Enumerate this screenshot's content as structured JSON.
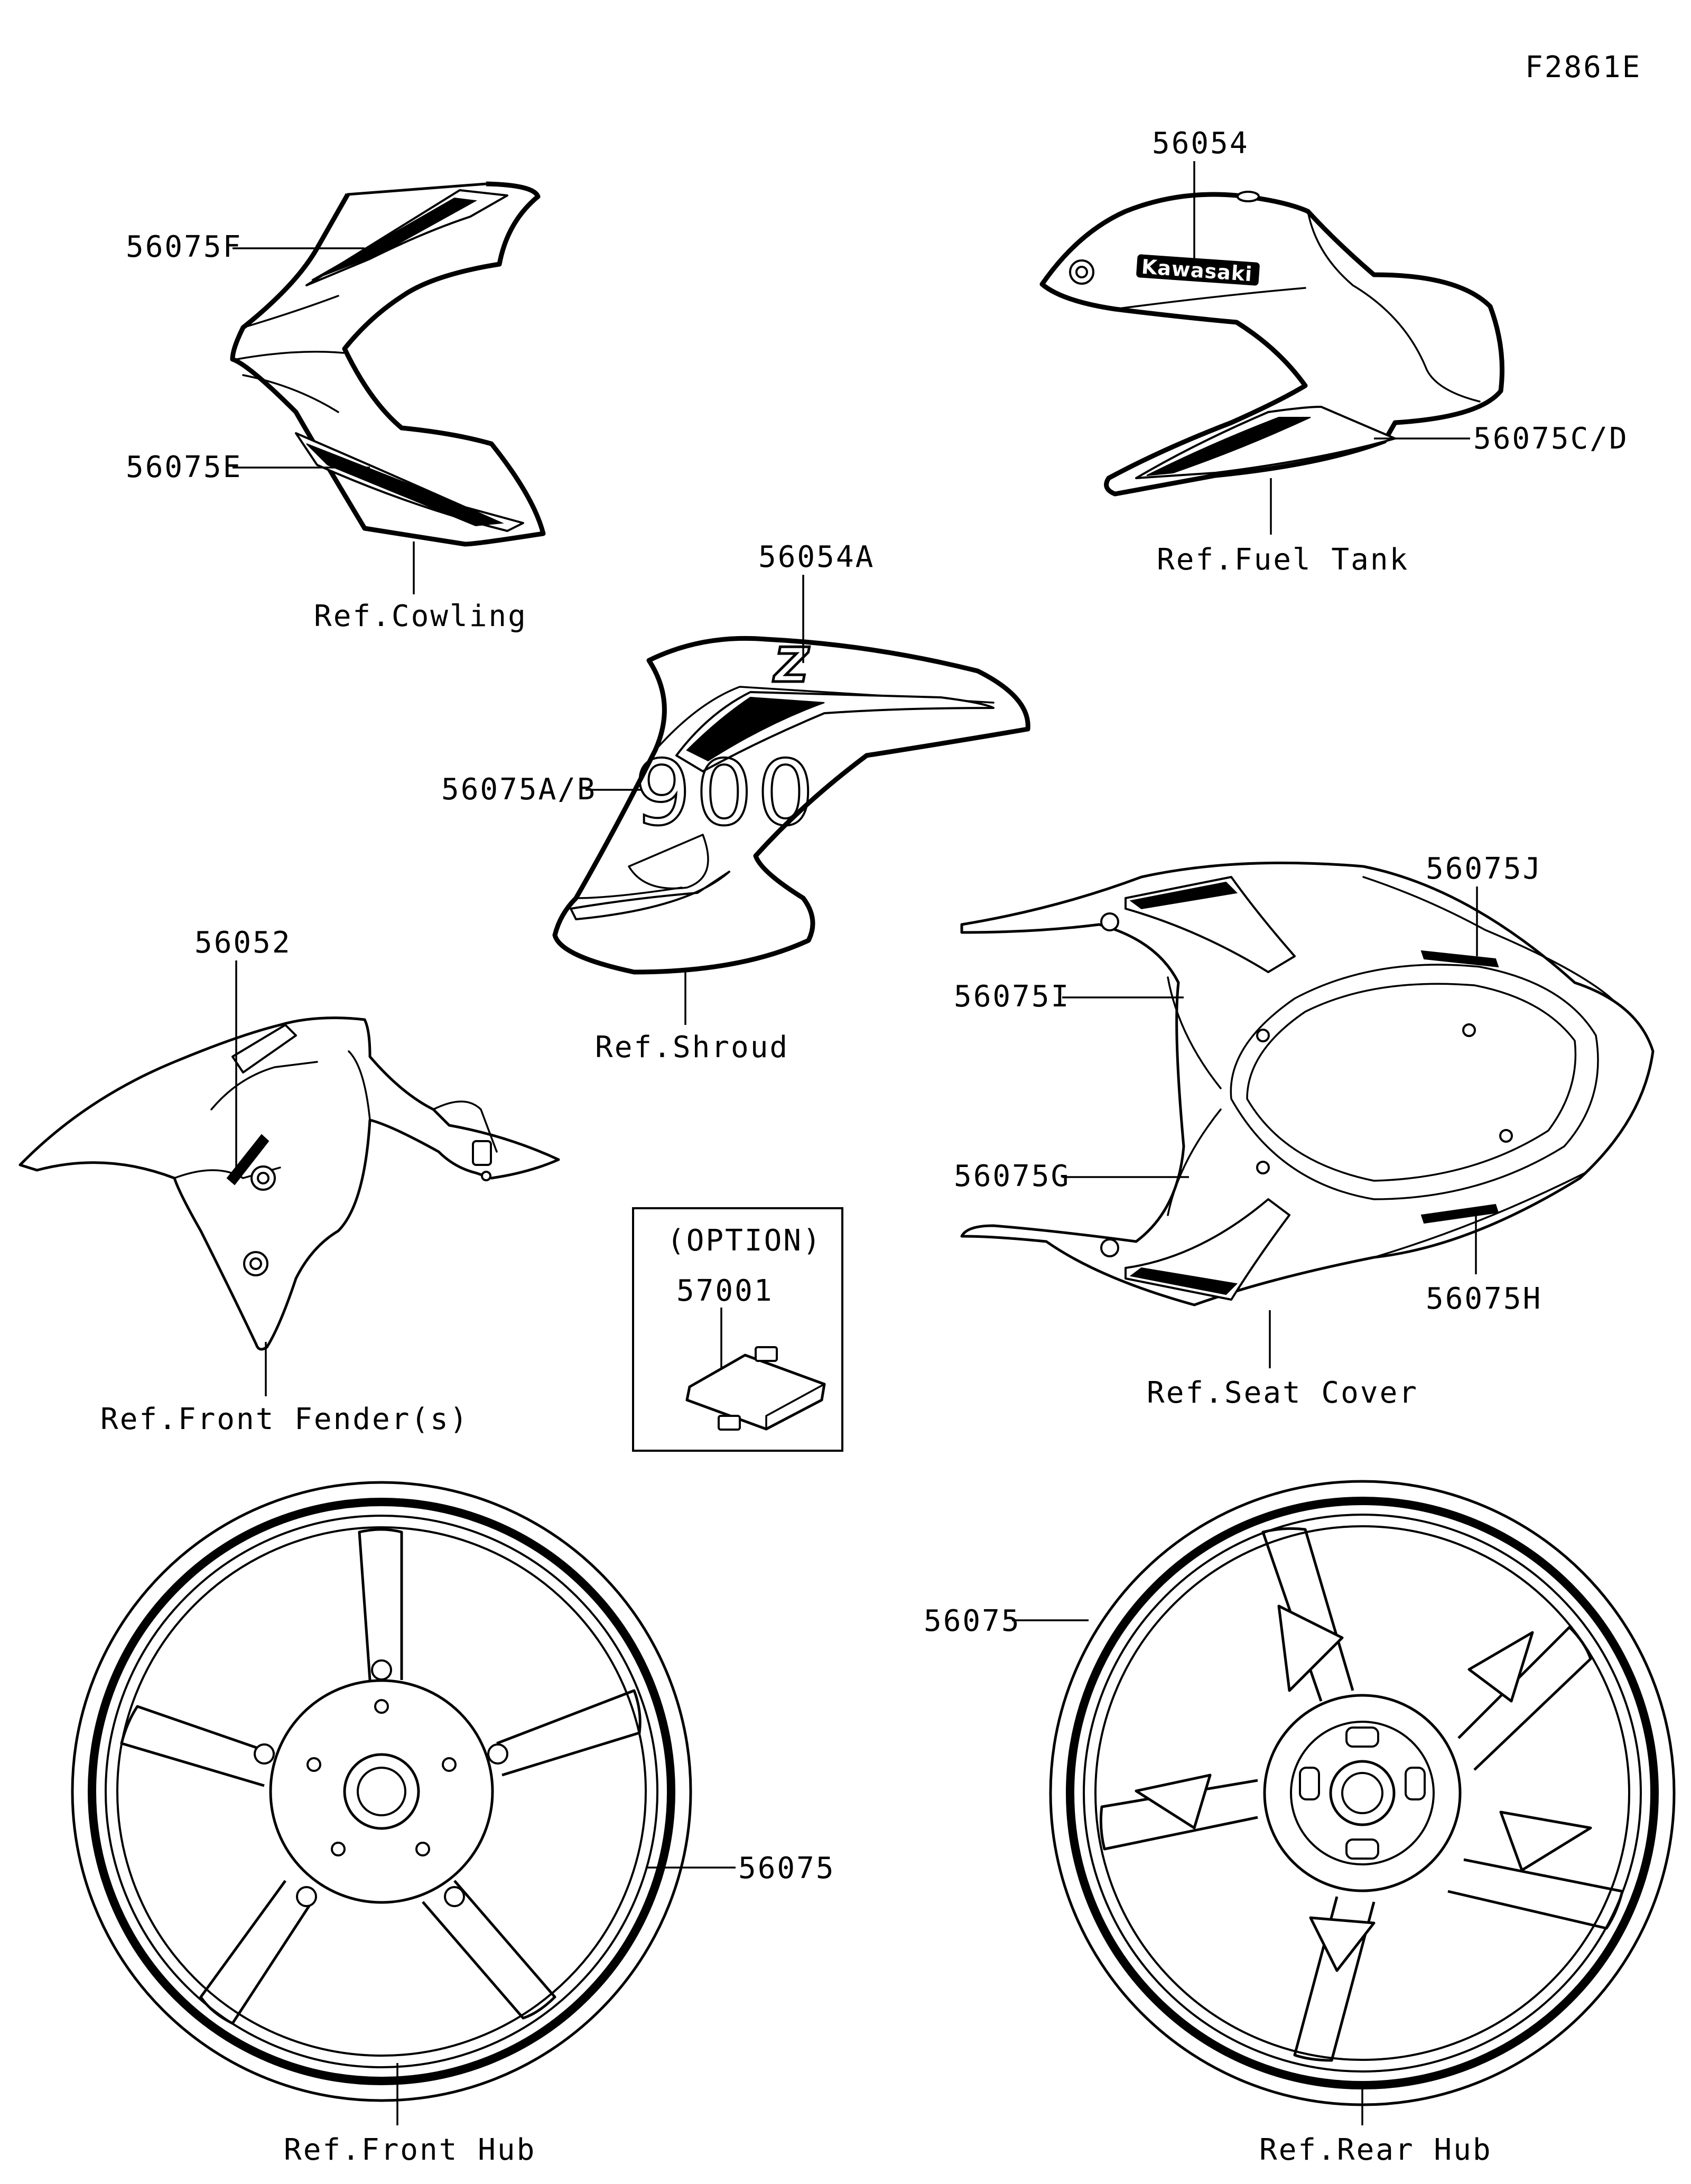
{
  "figure_code": "F2861E",
  "parts": {
    "p56075F": "56075F",
    "p56075E": "56075E",
    "p56054": "56054",
    "p56075CD": "56075C/D",
    "p56054A": "56054A",
    "p56075AB": "56075A/B",
    "p56052": "56052",
    "p56075J": "56075J",
    "p56075I": "56075I",
    "p56075G": "56075G",
    "p56075H": "56075H",
    "p57001": "57001",
    "p56075_rear": "56075",
    "p56075_front": "56075"
  },
  "refs": {
    "cowling": "Ref.Cowling",
    "fuel_tank": "Ref.Fuel Tank",
    "shroud": "Ref.Shroud",
    "front_fender": "Ref.Front Fender(s)",
    "seat_cover": "Ref.Seat Cover",
    "front_hub": "Ref.Front Hub",
    "rear_hub": "Ref.Rear Hub"
  },
  "option_label": "(OPTION)",
  "tank_brand": "Kawasaki",
  "shroud_logo": "Z"
}
